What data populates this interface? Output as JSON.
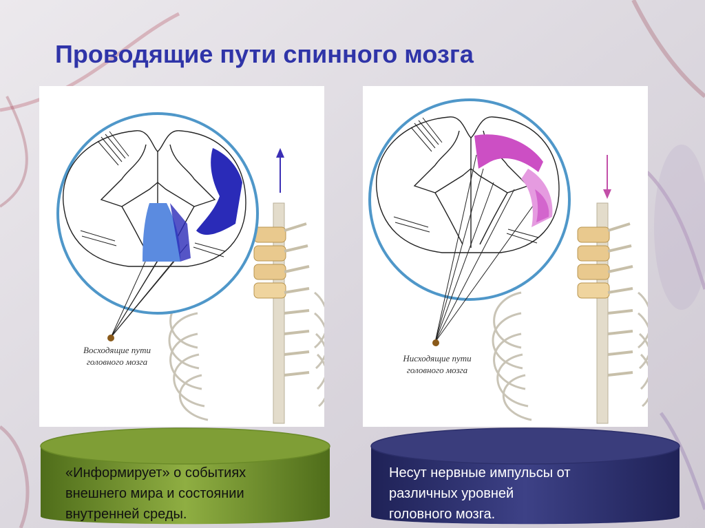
{
  "title": "Проводящие пути спинного мозга",
  "panels": [
    {
      "caption": [
        "Восходящие пути",
        "головного мозга"
      ],
      "arrow": "up",
      "tract_color": "#2a2bb8",
      "tract_light": "#5b8be0",
      "box": {
        "text": [
          "«Информирует» о событиях",
          "внешнего мира и состоянии",
          "внутренней среды."
        ],
        "color_top": "#7d9a3a",
        "color_body": "#5f7f22",
        "text_color": "#111111"
      }
    },
    {
      "caption": [
        "Нисходящие пути",
        "головного мозга"
      ],
      "arrow": "down",
      "tract_color": "#cc4fc4",
      "tract_light": "#e59be0",
      "box": {
        "text": [
          "Несут нервные импульсы от",
          "различных уровней",
          "головного мозга."
        ],
        "color_top": "#3b3e7a",
        "color_body": "#2a2d66",
        "text_color": "#ffffff"
      }
    }
  ]
}
